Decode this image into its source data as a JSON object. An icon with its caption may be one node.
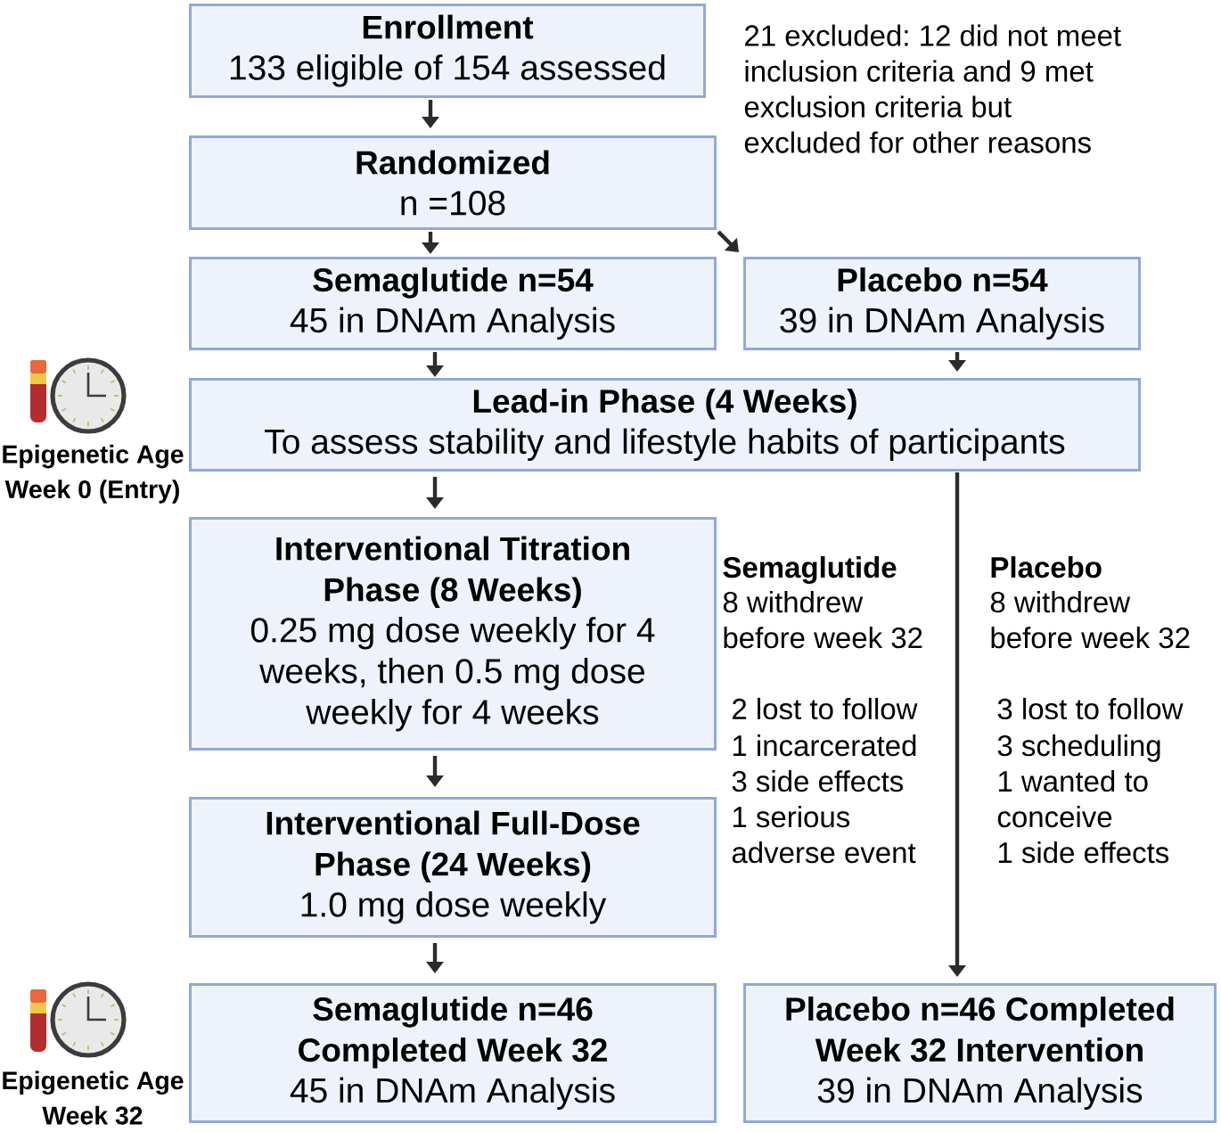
{
  "diagram": {
    "nodes": [
      {
        "text": [
          "Enrollment",
          "133 eligible of 154 assessed"
        ],
        "beside": [
          "21 excluded: 12 did not meet inclusion criteria and 9 met exclusion criteria but excluded for other reasons"
        ]
      },
      {
        "text": [
          "Randomized",
          "n =108"
        ]
      },
      {
        "text": [
          "Semaglutide n=54",
          "45 in DNAm Analysis"
        ]
      },
      {
        "text": [
          "Placebo n=54",
          "39 in DNAm Analysis"
        ]
      },
      {
        "text": [
          "Lead-in Phase (4 Weeks)",
          "To assess stability and lifestyle habits of participants"
        ]
      },
      {
        "text": [
          "Interventional Titration Phase (8 Weeks)",
          "0.25 mg dose weekly for 4 weeks, then 0.5 mg dose weekly for 4 weeks"
        ]
      },
      {
        "text": [
          "Interventional Full-Dose Phase (24 Weeks)",
          "1.0 mg dose weekly"
        ]
      },
      {
        "text": [
          "Semaglutide n=46 Completed Week 32",
          "45 in DNAm Analysis"
        ]
      },
      {
        "text": [
          "Placebo n=46 Completed Week 32 Intervention",
          "39 in DNAm Analysis"
        ]
      }
    ],
    "edges": [
      {
        "from": 0,
        "to": 1,
        "arrow": "to"
      },
      {
        "from": 1,
        "to": 2,
        "arrow": "to"
      },
      {
        "from": 1,
        "to": 3,
        "arrow": "to"
      },
      {
        "from": 2,
        "to": 4,
        "arrow": "to"
      },
      {
        "from": 3,
        "to": 4,
        "arrow": "to"
      },
      {
        "from": 4,
        "to": 5,
        "arrow": "to"
      },
      {
        "from": 4,
        "to": 8,
        "arrow": "to"
      },
      {
        "from": 5,
        "to": 6,
        "arrow": "to"
      },
      {
        "from": 6,
        "to": 7,
        "arrow": "to"
      }
    ],
    "labels": [
      "Epigenetic Age Week 0 (Entry)",
      "Semaglutide",
      "8 withdrew before week 32",
      "2 lost to follow",
      "1 incarcerated",
      "3 side effects",
      "1 serious adverse event",
      "Placebo",
      "8 withdrew before week 32",
      "3 lost to follow",
      "3 scheduling",
      "1 wanted to conceive",
      "1 side effects",
      "Epigenetic Age Week 32"
    ]
  }
}
